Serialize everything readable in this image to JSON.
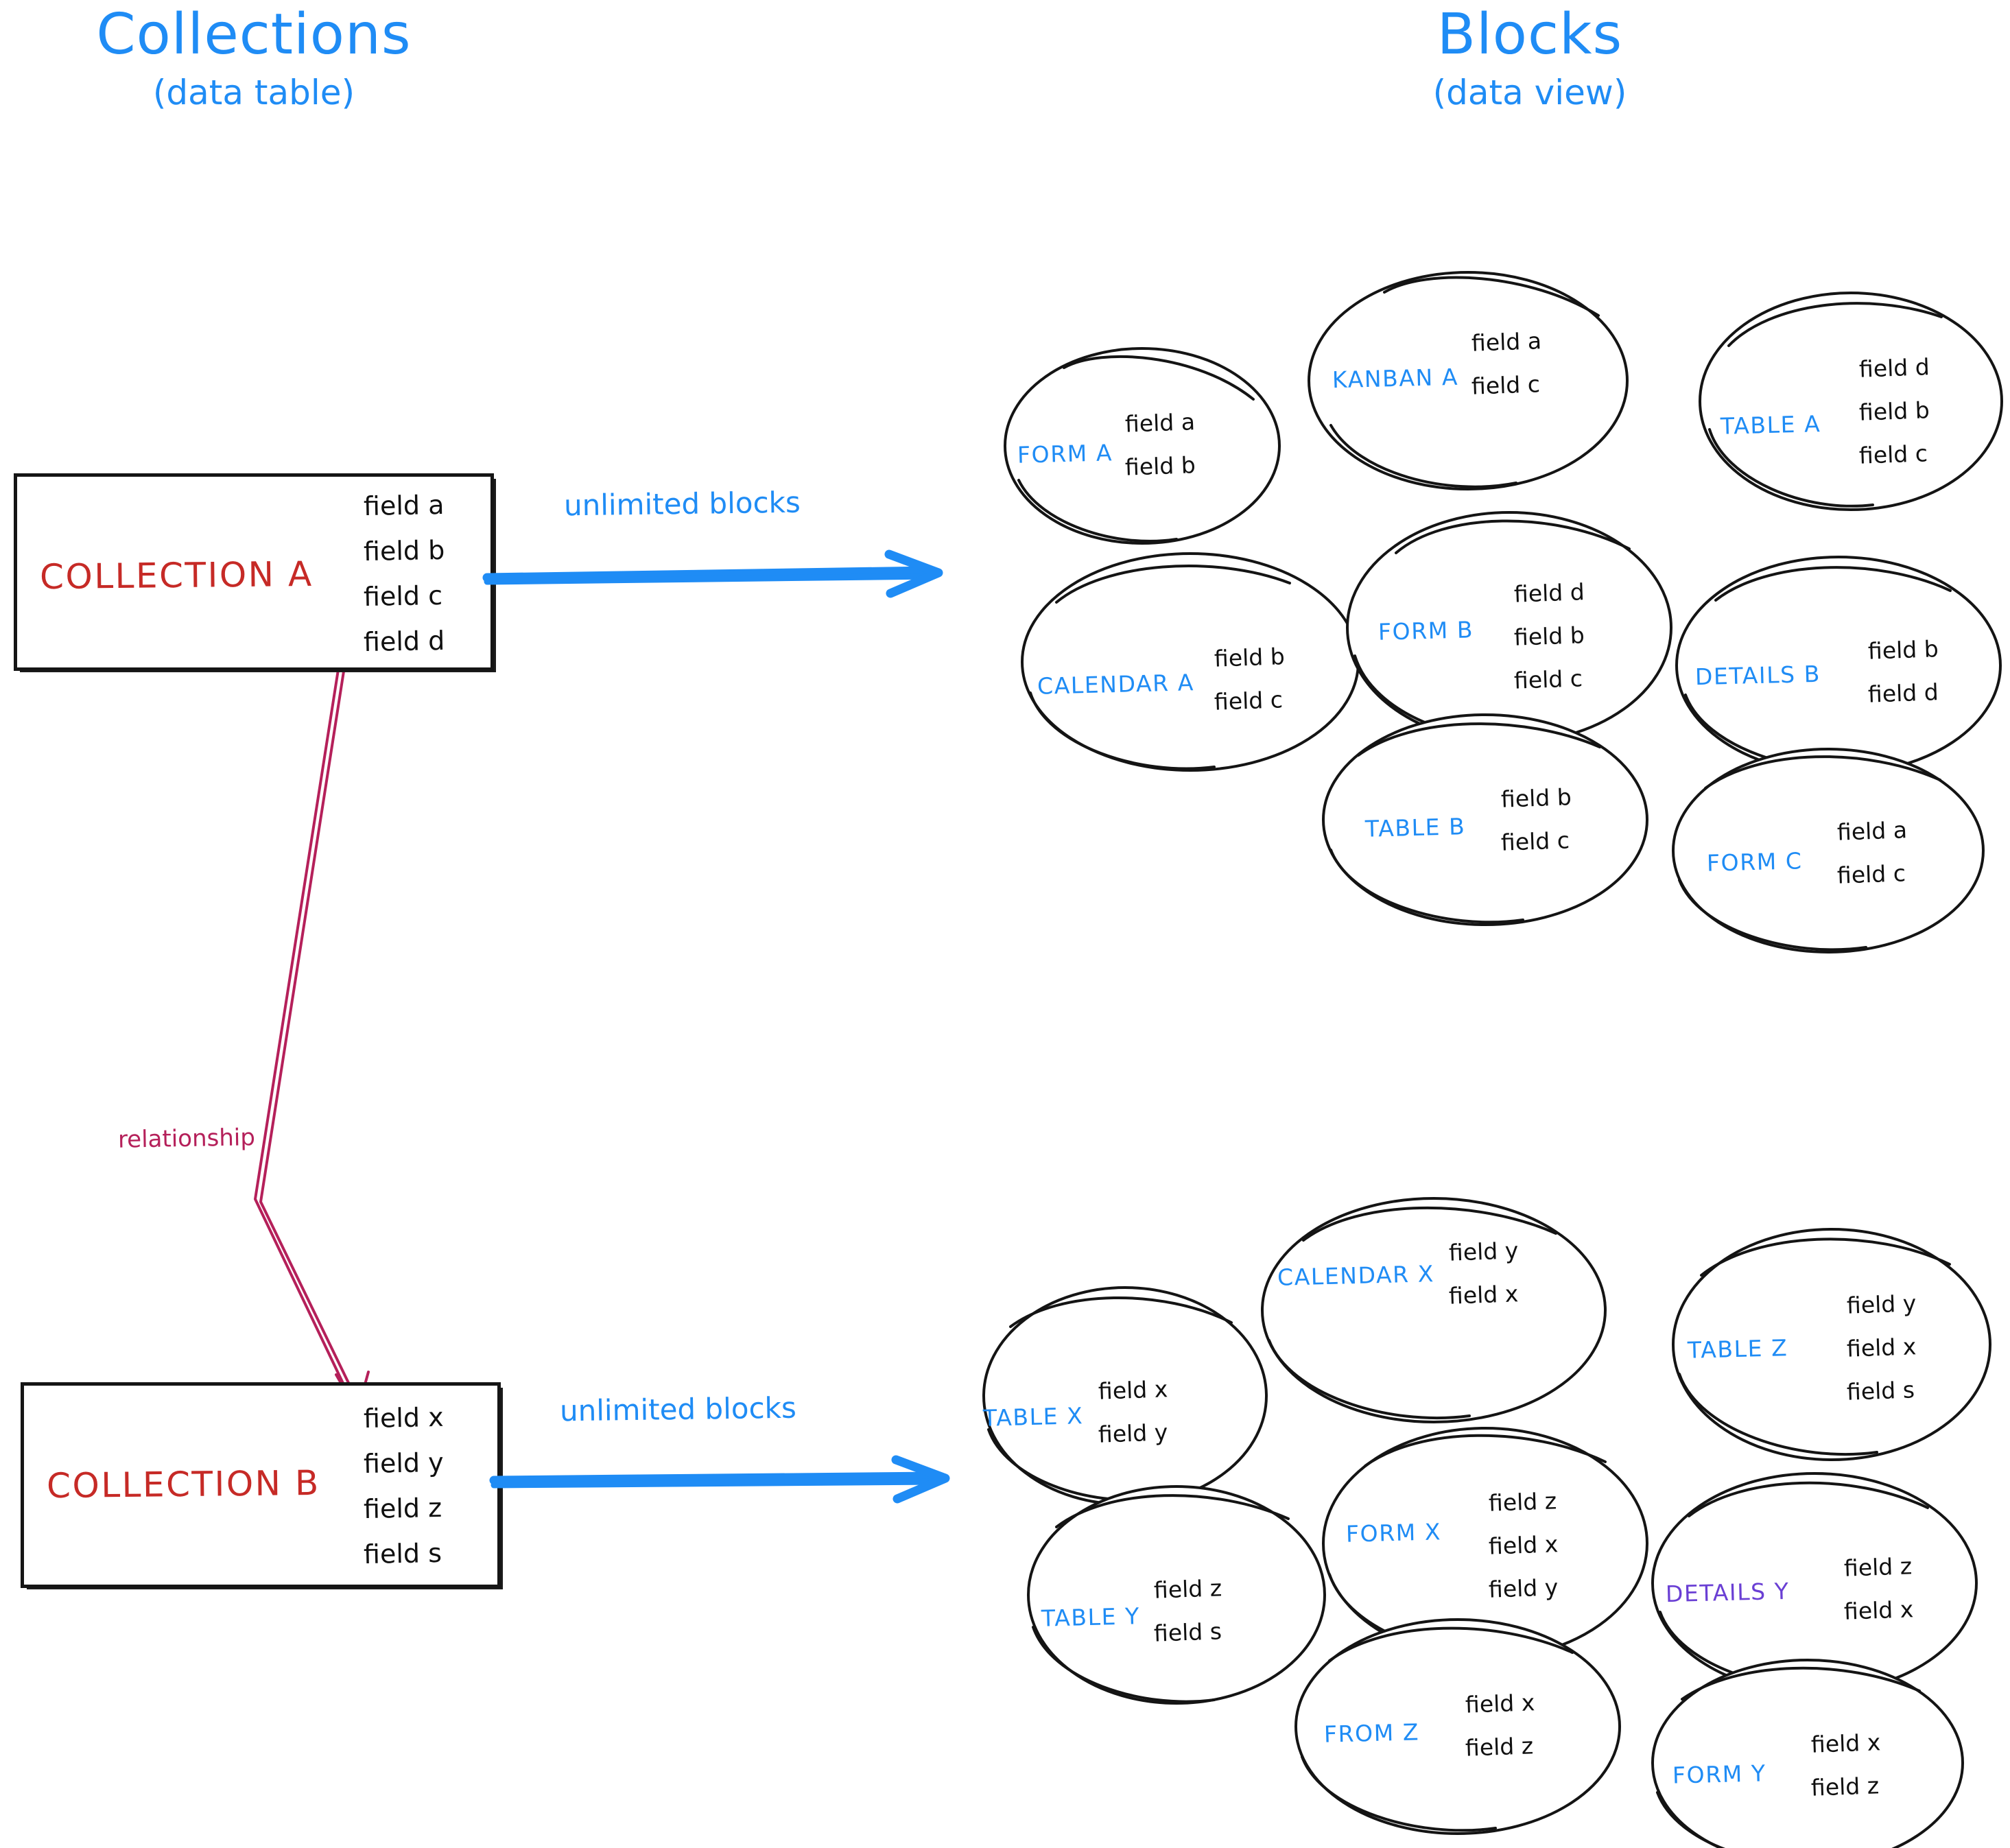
{
  "headings": {
    "left": {
      "main": "Collections",
      "sub": "(data table)"
    },
    "right": {
      "main": "Blocks",
      "sub": "(data view)"
    }
  },
  "colors": {
    "accent_blue": "#1f8cf5",
    "collection_red": "#c62a26",
    "relationship_crimson": "#b5205a",
    "details_purple": "#6a3fd4",
    "ink_black": "#101010"
  },
  "collections": [
    {
      "name": "COLLECTION A",
      "fields": [
        "field a",
        "field b",
        "field c",
        "field d"
      ],
      "arrow_label": "unlimited blocks"
    },
    {
      "name": "COLLECTION B",
      "fields": [
        "field x",
        "field y",
        "field z",
        "field s"
      ],
      "arrow_label": "unlimited blocks"
    }
  ],
  "relationship": {
    "label": "relationship"
  },
  "block_groups": [
    {
      "source": "COLLECTION A",
      "blocks": [
        {
          "label": "FORM A",
          "fields": [
            "field a",
            "field b"
          ]
        },
        {
          "label": "KANBAN A",
          "fields": [
            "field a",
            "field c"
          ]
        },
        {
          "label": "TABLE A",
          "fields": [
            "field d",
            "field b",
            "field c"
          ]
        },
        {
          "label": "CALENDAR A",
          "fields": [
            "field b",
            "field c"
          ]
        },
        {
          "label": "FORM B",
          "fields": [
            "field d",
            "field b",
            "field c"
          ]
        },
        {
          "label": "DETAILS B",
          "fields": [
            "field b",
            "field d"
          ]
        },
        {
          "label": "TABLE B",
          "fields": [
            "field b",
            "field c"
          ]
        },
        {
          "label": "FORM C",
          "fields": [
            "field a",
            "field c"
          ]
        }
      ]
    },
    {
      "source": "COLLECTION B",
      "blocks": [
        {
          "label": "TABLE X",
          "fields": [
            "field x",
            "field y"
          ]
        },
        {
          "label": "CALENDAR X",
          "fields": [
            "field y",
            "field x"
          ]
        },
        {
          "label": "TABLE Z",
          "fields": [
            "field y",
            "field x",
            "field s"
          ]
        },
        {
          "label": "TABLE Y",
          "fields": [
            "field z",
            "field s"
          ]
        },
        {
          "label": "FORM X",
          "fields": [
            "field z",
            "field x",
            "field y"
          ]
        },
        {
          "label": "DETAILS Y",
          "fields": [
            "field z",
            "field x"
          ],
          "color": "purple"
        },
        {
          "label": "FROM Z",
          "fields": [
            "field x",
            "field z"
          ]
        },
        {
          "label": "FORM Y",
          "fields": [
            "field x",
            "field z"
          ]
        }
      ]
    }
  ]
}
